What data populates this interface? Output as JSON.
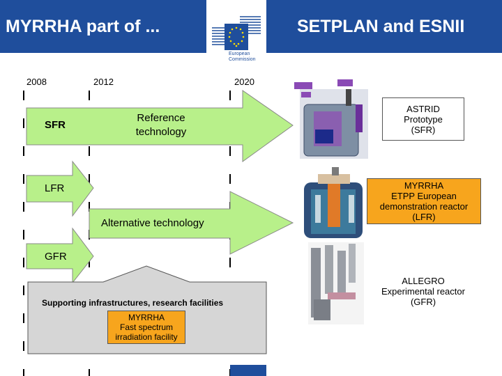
{
  "header": {
    "title_left": "MYRRHA part of ...",
    "title_right": "SETPLAN and ESNII",
    "logo_text_line1": "European",
    "logo_text_line2": "Commission"
  },
  "timeline": {
    "years": [
      "2008",
      "2012",
      "2020"
    ]
  },
  "arrows": {
    "sfr_label": "SFR",
    "reference_line1": "Reference",
    "reference_line2": "technology",
    "lfr_label": "LFR",
    "alternative_label": "Alternative technology",
    "gfr_label": "GFR",
    "support_label": "Supporting infrastructures, research facilities"
  },
  "myrrha_box": {
    "line1": "MYRRHA",
    "line2": "Fast spectrum",
    "line3": "irradiation facility"
  },
  "reactors": {
    "astrid": {
      "line1": "ASTRID",
      "line2": "Prototype",
      "line3": "(SFR)"
    },
    "myrrha": {
      "line1": "MYRRHA",
      "line2": "ETPP European",
      "line3": "demonstration reactor",
      "line4": "(LFR)"
    },
    "allegro": {
      "line1": "ALLEGRO",
      "line2": "Experimental reactor",
      "line3": "(GFR)"
    }
  },
  "colors": {
    "banner": "#1f4e9c",
    "arrow_fill": "#b8f08a",
    "support_fill": "#d6d6d6",
    "orange": "#f7a51d"
  }
}
